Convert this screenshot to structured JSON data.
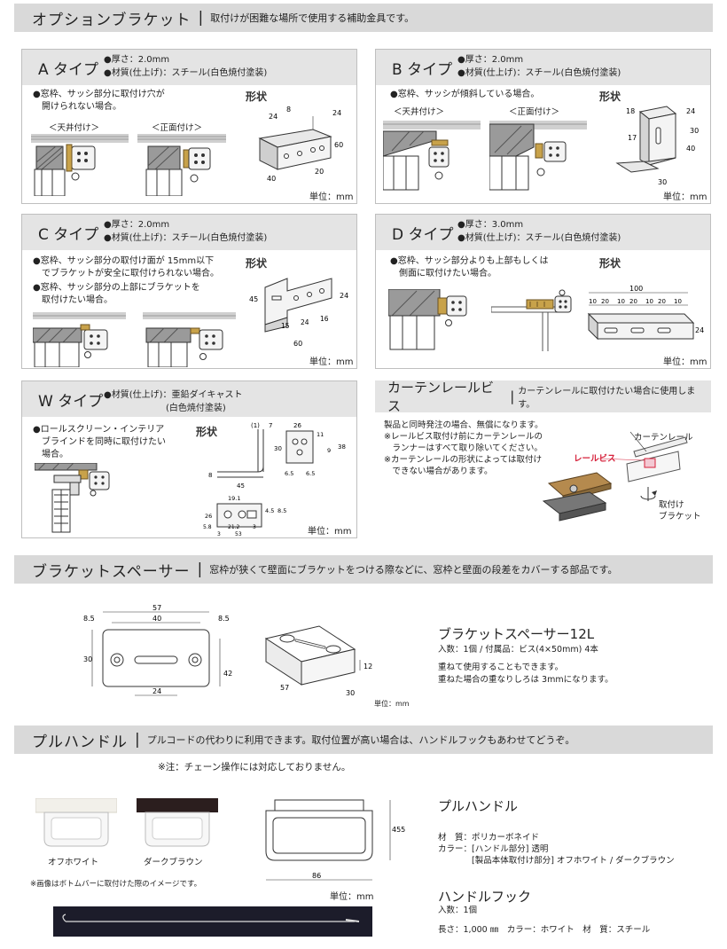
{
  "option_brackets": {
    "title": "オプションブラケット",
    "sep": "|",
    "description": "取付けが困難な場所で使用する補助金具です。"
  },
  "cards": {
    "a": {
      "title": "A タイプ",
      "thickness": "●厚さ：2.0mm",
      "material": "●材質(仕上げ)：スチール(白色焼付塗装)",
      "note": "●窓枠、サッシ部分に取付け穴が\n　開けられない場合。",
      "ceiling_label": "＜天井付け＞",
      "front_label": "＜正面付け＞",
      "shape": "形状",
      "unit": "単位：mm",
      "dims": [
        "24",
        "8",
        "24",
        "60",
        "20",
        "40"
      ]
    },
    "b": {
      "title": "B タイプ",
      "thickness": "●厚さ：2.0mm",
      "material": "●材質(仕上げ)：スチール(白色焼付塗装)",
      "note": "●窓枠、サッシが傾斜している場合。",
      "ceiling_label": "＜天井付け＞",
      "front_label": "＜正面付け＞",
      "shape": "形状",
      "unit": "単位：mm",
      "dims": [
        "18",
        "24",
        "30",
        "17",
        "40",
        "30"
      ]
    },
    "c": {
      "title": "C タイプ",
      "thickness": "●厚さ：2.0mm",
      "material": "●材質(仕上げ)：スチール(白色焼付塗装)",
      "note1": "●窓枠、サッシ部分の取付け面が 15mm以下\n　でブラケットが安全に取付けられない場合。",
      "note2": "●窓枠、サッシ部分の上部にブラケットを\n　取付けたい場合。",
      "shape": "形状",
      "unit": "単位：mm",
      "dims": [
        "45",
        "24",
        "15",
        "24",
        "16",
        "60"
      ]
    },
    "d": {
      "title": "D タイプ",
      "thickness": "●厚さ：3.0mm",
      "material": "●材質(仕上げ)：スチール(白色焼付塗装)",
      "note": "●窓枠、サッシ部分よりも上部もしくは\n　側面に取付けたい場合。",
      "shape": "形状",
      "unit": "単位：mm",
      "dims": [
        "100",
        "10",
        "20",
        "10",
        "20",
        "10",
        "20",
        "10",
        "24"
      ]
    },
    "w": {
      "title": "W タイプ",
      "material": "●材質(仕上げ)：亜鉛ダイキャスト\n　　　　　　　(白色焼付塗装)",
      "note": "●ロールスクリーン・インテリア\n　ブラインドを同時に取付けたい\n　場合。",
      "shape": "形状",
      "unit": "単位：mm",
      "dims": [
        "(1)",
        "7",
        "26",
        "11",
        "30",
        "38",
        "8",
        "45",
        "6.5",
        "6.5",
        "9",
        "19.1",
        "26",
        "4.5",
        "8.5",
        "5.8",
        "21.2",
        "3",
        "3",
        "53"
      ]
    },
    "rail": {
      "title": "カーテンレールビス",
      "sep": "|",
      "description": "カーテンレールに取付けたい場合に使用します。",
      "note": "製品と同時発注の場合、無償になります。\n※レールビス取付け前にカーテンレールの\n　ランナーはすべて取り除いてください。\n※カーテンレールの形状によっては取付け\n　できない場合があります。",
      "label_rail": "カーテンレール",
      "label_screw": "レールビス",
      "label_bracket": "取付け\nブラケット"
    }
  },
  "spacer": {
    "title": "ブラケットスペーサー",
    "sep": "|",
    "description": "窓枠が狭くて壁面にブラケットをつける際などに、窓枠と壁面の段差をカバーする部品です。",
    "product": "ブラケットスペーサー12L",
    "contents": "入数：1個 / 付属品：ビス(4×50mm) 4本",
    "note": "重ねて使用することもできます。\n重ねた場合の重なりしろは 3mmになります。",
    "unit": "単位：mm",
    "dims": [
      "57",
      "40",
      "8.5",
      "8.5",
      "30",
      "42",
      "24",
      "12",
      "57",
      "30"
    ]
  },
  "pull": {
    "title": "プルハンドル",
    "sep": "|",
    "description": "プルコードの代わりに利用できます。取付位置が高い場合は、ハンドルフックもあわせてどうぞ。",
    "caution": "※注：チェーン操作には対応しておりません。",
    "color1": "オフホワイト",
    "color2": "ダークブラウン",
    "image_note": "※画像はボトムバーに取付けた際のイメージです。",
    "unit": "単位：mm",
    "dims": [
      "455",
      "86"
    ],
    "product": "プルハンドル",
    "material": "材　質：ポリカーボネイド",
    "color_line1": "カラー：[ハンドル部分] 透明",
    "color_line2": "　　　　[製品本体取付け部分] オフホワイト / ダークブラウン",
    "hook_title": "ハンドルフック",
    "hook_contents": "入数：1個",
    "hook_spec": "長さ：1,000 ㎜　カラー：ホワイト　材　質：スチール"
  },
  "colors": {
    "bar": "#d9d9d9",
    "card_head": "#e4e4e4",
    "rail_red": "#d6213b",
    "dark_brown": "#2b1e1e",
    "off_white": "#f2f0ea"
  }
}
